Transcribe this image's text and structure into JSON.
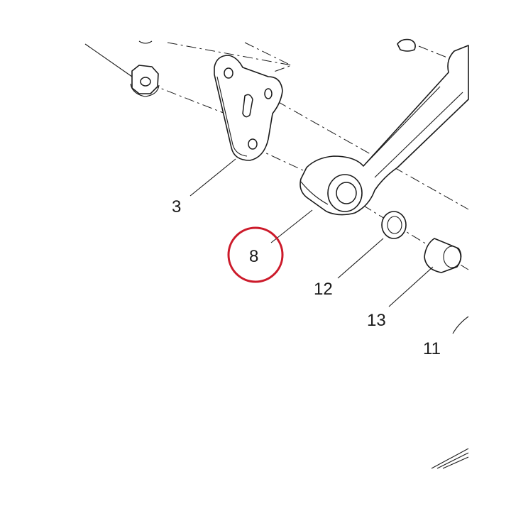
{
  "diagram": {
    "callouts": {
      "c3": "3",
      "c8": "8",
      "c11": "11",
      "c12": "12",
      "c13": "13"
    },
    "highlighted_callout": "8",
    "highlight_color": "#cc1a2a",
    "line_color": "#1a1a1a",
    "background": "#ffffff"
  }
}
